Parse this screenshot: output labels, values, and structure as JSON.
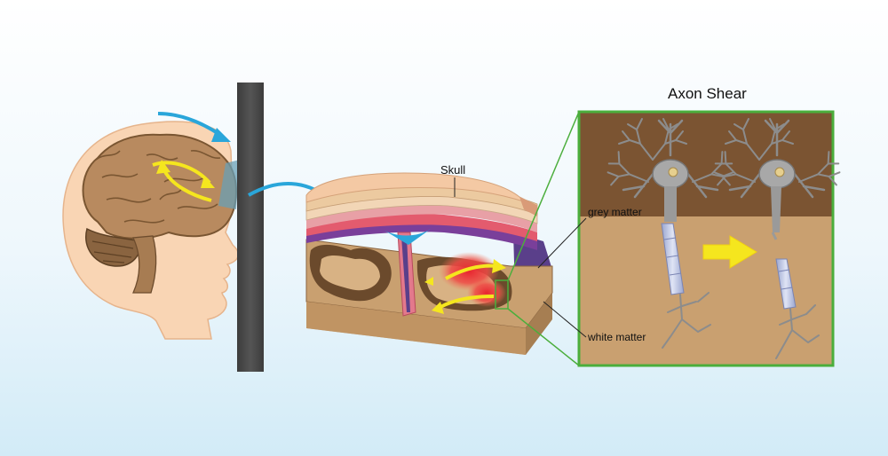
{
  "title": "Axon Shear",
  "labels": {
    "skull": "Skull",
    "grey_matter": "grey matter",
    "white_matter": "white matter"
  },
  "colors": {
    "wall": "#474747",
    "skin": "#f9d5b4",
    "brain": "#b88a5f",
    "grey_matter": "#7b5432",
    "white_matter": "#c9a070",
    "frame": "#4bae3c",
    "motion_arrow": "#2aa6da",
    "shear_arrow": "#f5e61e",
    "impact": "#e8252f"
  }
}
